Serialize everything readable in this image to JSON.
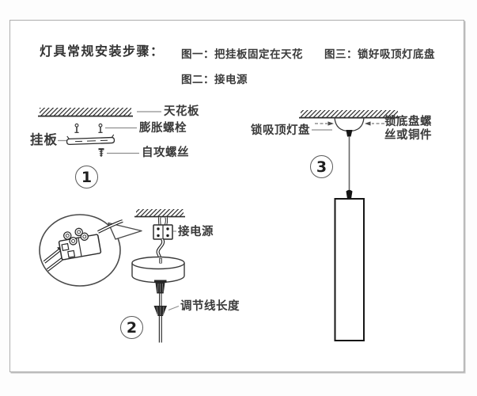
{
  "palette": {
    "ink": "#3a3a3a",
    "line_art": "#2d2d2d",
    "leader_line": "#8f8f8f",
    "frame_border": "#aeaeae",
    "background": "#ffffff"
  },
  "header": {
    "title": "灯具常规安装步骤：",
    "captions": [
      {
        "id": "fig1",
        "label": "图一：把挂板固定在天花"
      },
      {
        "id": "fig3",
        "label": "图三：锁好吸顶灯底盘"
      },
      {
        "id": "fig2",
        "label": "图二：接电源"
      }
    ]
  },
  "figures": {
    "fig1": {
      "number": "1",
      "labels": {
        "ceiling_board": "天花板",
        "expansion_bolt": "膨胀螺栓",
        "hanging_plate": "挂板",
        "self_tapping_screw": "自攻螺丝"
      }
    },
    "fig2": {
      "number": "2",
      "labels": {
        "connect_power": "接电源",
        "adjust_cord_length": "调节线长度"
      }
    },
    "fig3": {
      "number": "3",
      "labels": {
        "lock_ceiling_plate": "锁吸顶灯盘",
        "lock_base_screws": "锁底盘螺丝或铜件"
      }
    }
  }
}
